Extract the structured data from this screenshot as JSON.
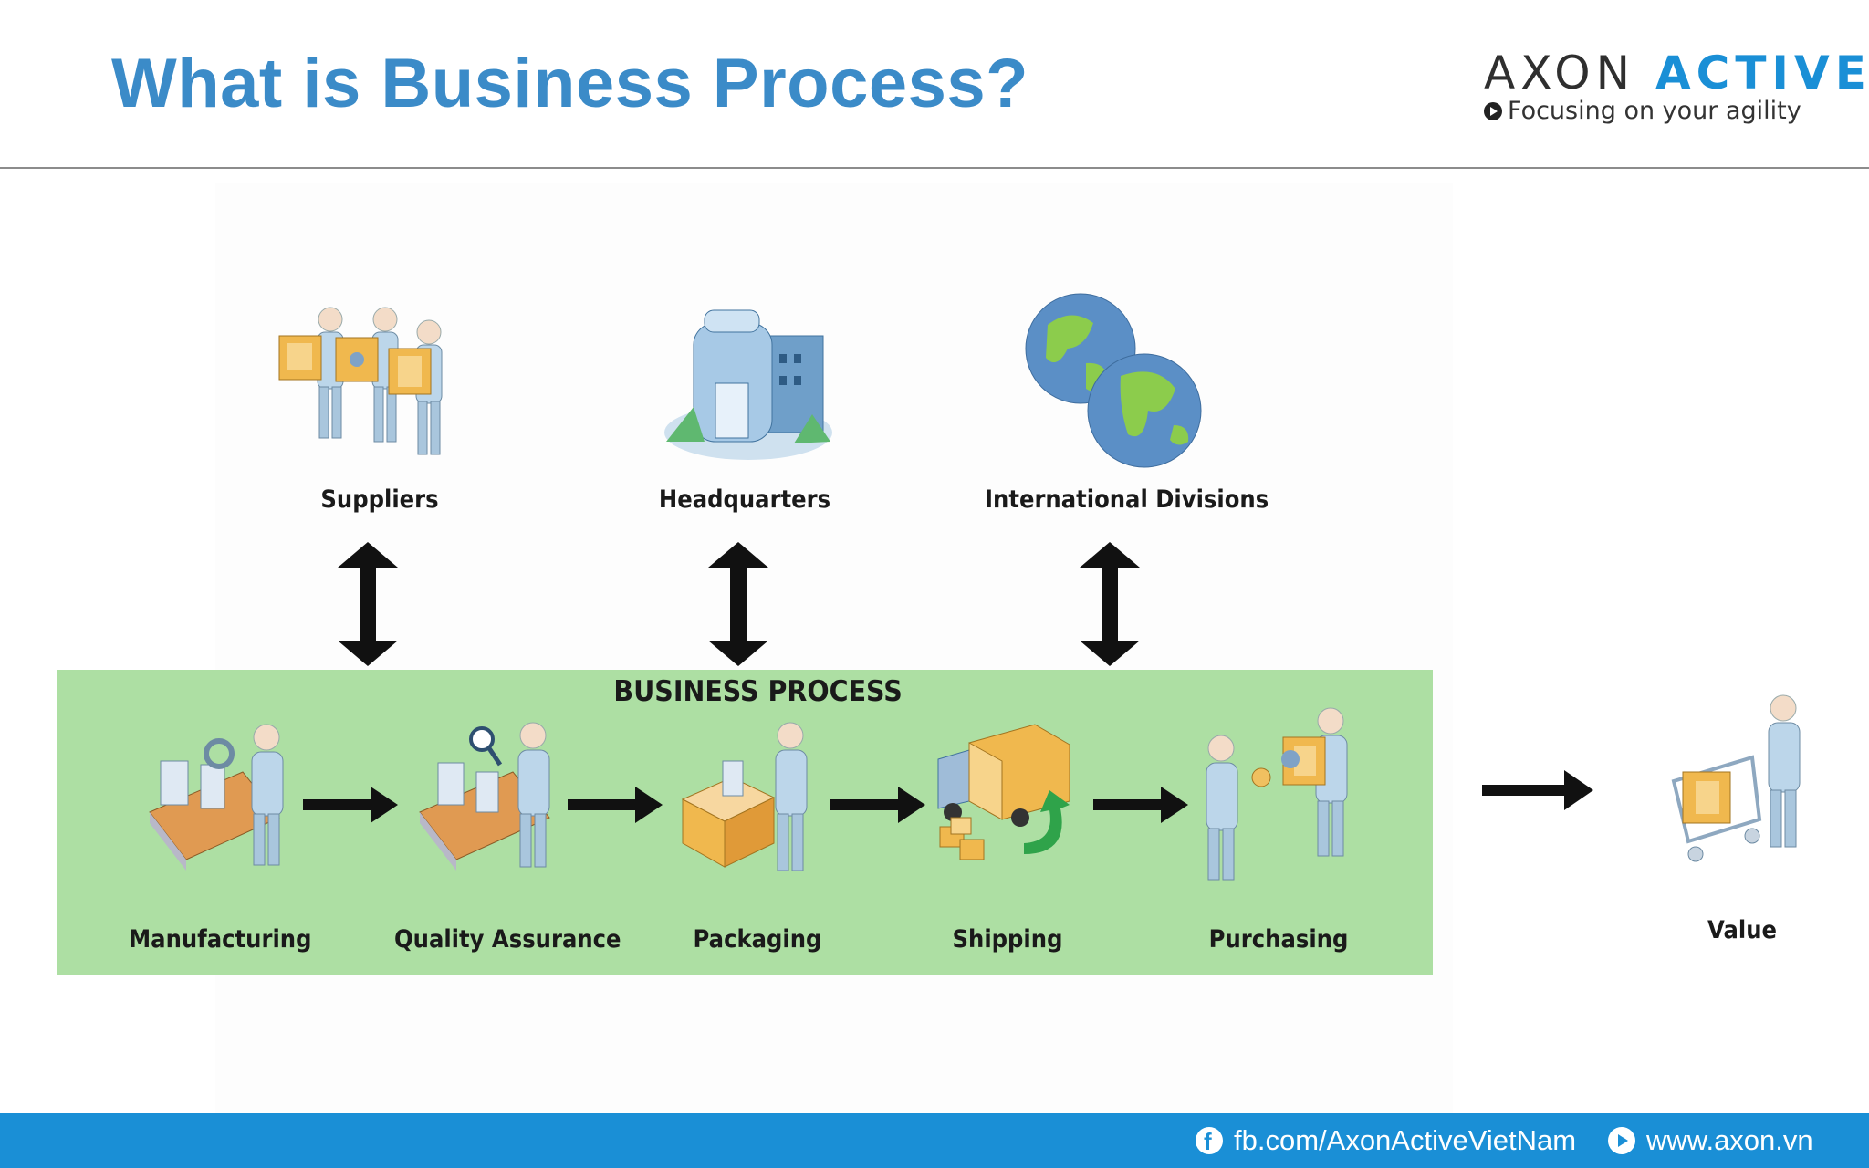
{
  "slide": {
    "title": "What is Business Process?"
  },
  "logo": {
    "word1": "AXON",
    "word2": "ACTIVE",
    "tagline": "Focusing on your agility"
  },
  "diagram": {
    "process_title": "BUSINESS PROCESS",
    "entities": [
      {
        "label": "Suppliers",
        "icon": "suppliers-icon"
      },
      {
        "label": "Headquarters",
        "icon": "building-icon"
      },
      {
        "label": "International Divisions",
        "icon": "globe-icon"
      }
    ],
    "steps": [
      {
        "label": "Manufacturing",
        "icon": "conveyor-worker-icon"
      },
      {
        "label": "Quality Assurance",
        "icon": "inspection-icon"
      },
      {
        "label": "Packaging",
        "icon": "packaging-box-icon"
      },
      {
        "label": "Shipping",
        "icon": "delivery-truck-icon"
      },
      {
        "label": "Purchasing",
        "icon": "purchase-handover-icon"
      }
    ],
    "outcome": {
      "label": "Value",
      "icon": "shopping-cart-icon"
    }
  },
  "footer": {
    "facebook": "fb.com/AxonActiveVietNam",
    "website": "www.axon.vn"
  },
  "colors": {
    "title": "#3b8bc8",
    "brand": "#1a8fd6",
    "process_band": "#addfa3"
  }
}
